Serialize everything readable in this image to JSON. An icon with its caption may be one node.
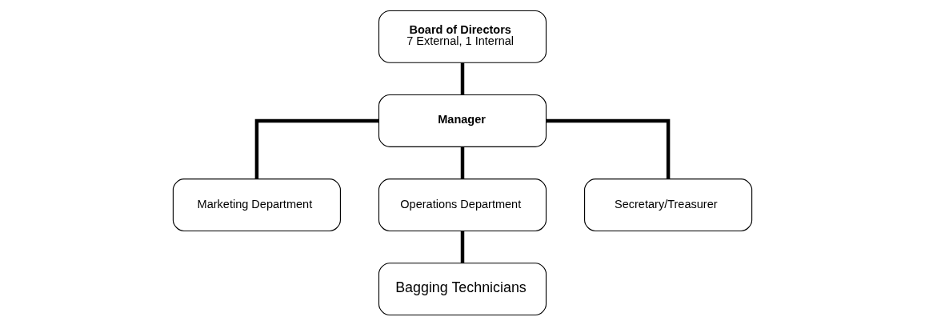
{
  "diagram": {
    "nodes": [
      {
        "text": [
          "Board of Directors",
          "7 External, 1 Internal"
        ]
      },
      {
        "text": [
          "Manager"
        ]
      },
      {
        "text": [
          "Marketing Department"
        ]
      },
      {
        "text": [
          "Operations Department"
        ]
      },
      {
        "text": [
          "Secretary/Treasurer"
        ]
      },
      {
        "text": [
          "Bagging Technicians"
        ]
      }
    ],
    "edges": [
      {
        "from": 0,
        "to": 1,
        "arrow": "none"
      },
      {
        "from": 1,
        "to": 2,
        "arrow": "none"
      },
      {
        "from": 1,
        "to": 3,
        "arrow": "none"
      },
      {
        "from": 1,
        "to": 4,
        "arrow": "none"
      },
      {
        "from": 3,
        "to": 5,
        "arrow": "none"
      }
    ]
  }
}
